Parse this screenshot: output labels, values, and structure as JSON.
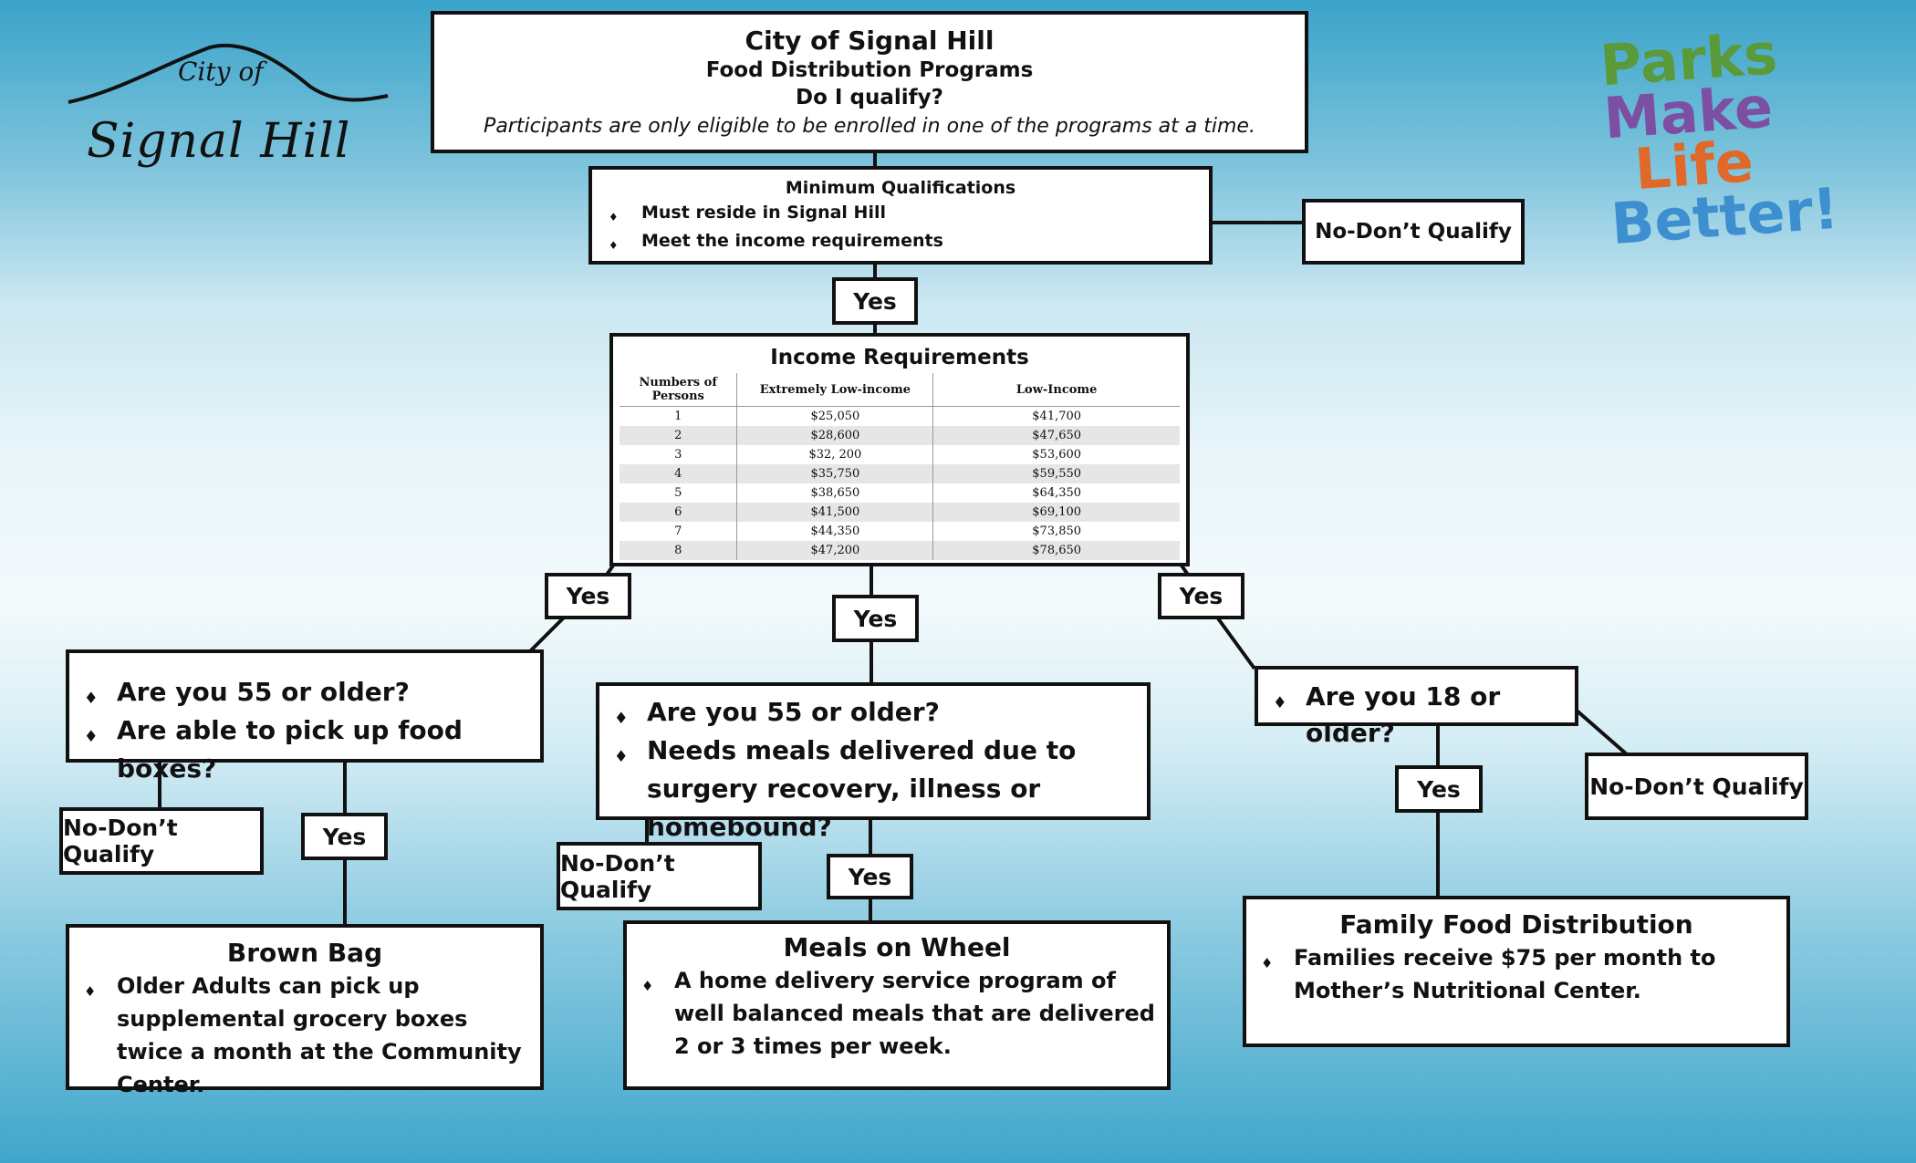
{
  "header": {
    "title": "City of Signal Hill",
    "subtitle": "Food Distribution Programs",
    "question": "Do I qualify?",
    "note": "Participants are only eligible to be enrolled in one of the programs at a time."
  },
  "logo_left": {
    "small": "City of",
    "main": "Signal Hill"
  },
  "logo_right": {
    "words": [
      "Parks",
      "Make",
      "Life",
      "Better!"
    ],
    "colors": [
      "#5a9a3a",
      "#7c4fa3",
      "#e0692a",
      "#3e8fd0"
    ]
  },
  "min_qual": {
    "title": "Minimum Qualifications",
    "items": [
      "Must reside in Signal Hill",
      "Meet the income requirements"
    ]
  },
  "no_label": "No-Don’t Qualify",
  "yes_label": "Yes",
  "income": {
    "title": "Income Requirements",
    "columns": [
      "Numbers of Persons",
      "Extremely Low-income",
      "Low-Income"
    ],
    "rows": [
      [
        "1",
        "$25,050",
        "$41,700"
      ],
      [
        "2",
        "$28,600",
        "$47,650"
      ],
      [
        "3",
        "$32, 200",
        "$53,600"
      ],
      [
        "4",
        "$35,750",
        "$59,550"
      ],
      [
        "5",
        "$38,650",
        "$64,350"
      ],
      [
        "6",
        "$41,500",
        "$69,100"
      ],
      [
        "7",
        "$44,350",
        "$73,850"
      ],
      [
        "8",
        "$47,200",
        "$78,650"
      ]
    ]
  },
  "left_q": {
    "items": [
      "Are you 55 or older?",
      "Are able to pick up food boxes?"
    ]
  },
  "mid_q": {
    "items": [
      "Are you 55 or older?",
      "Needs meals delivered due to surgery recovery, illness or homebound?"
    ]
  },
  "right_q": {
    "items": [
      "Are you 18 or older?"
    ]
  },
  "brown_bag": {
    "title": "Brown Bag",
    "items": [
      "Older Adults can pick up supplemental grocery boxes twice a month at the Community Center."
    ]
  },
  "meals": {
    "title": "Meals on Wheel",
    "items": [
      "A home delivery service program of well balanced meals that are delivered 2 or 3 times per week."
    ]
  },
  "family": {
    "title": "Family Food Distribution",
    "items": [
      "Families receive $75 per month to Mother’s Nutritional Center."
    ]
  }
}
